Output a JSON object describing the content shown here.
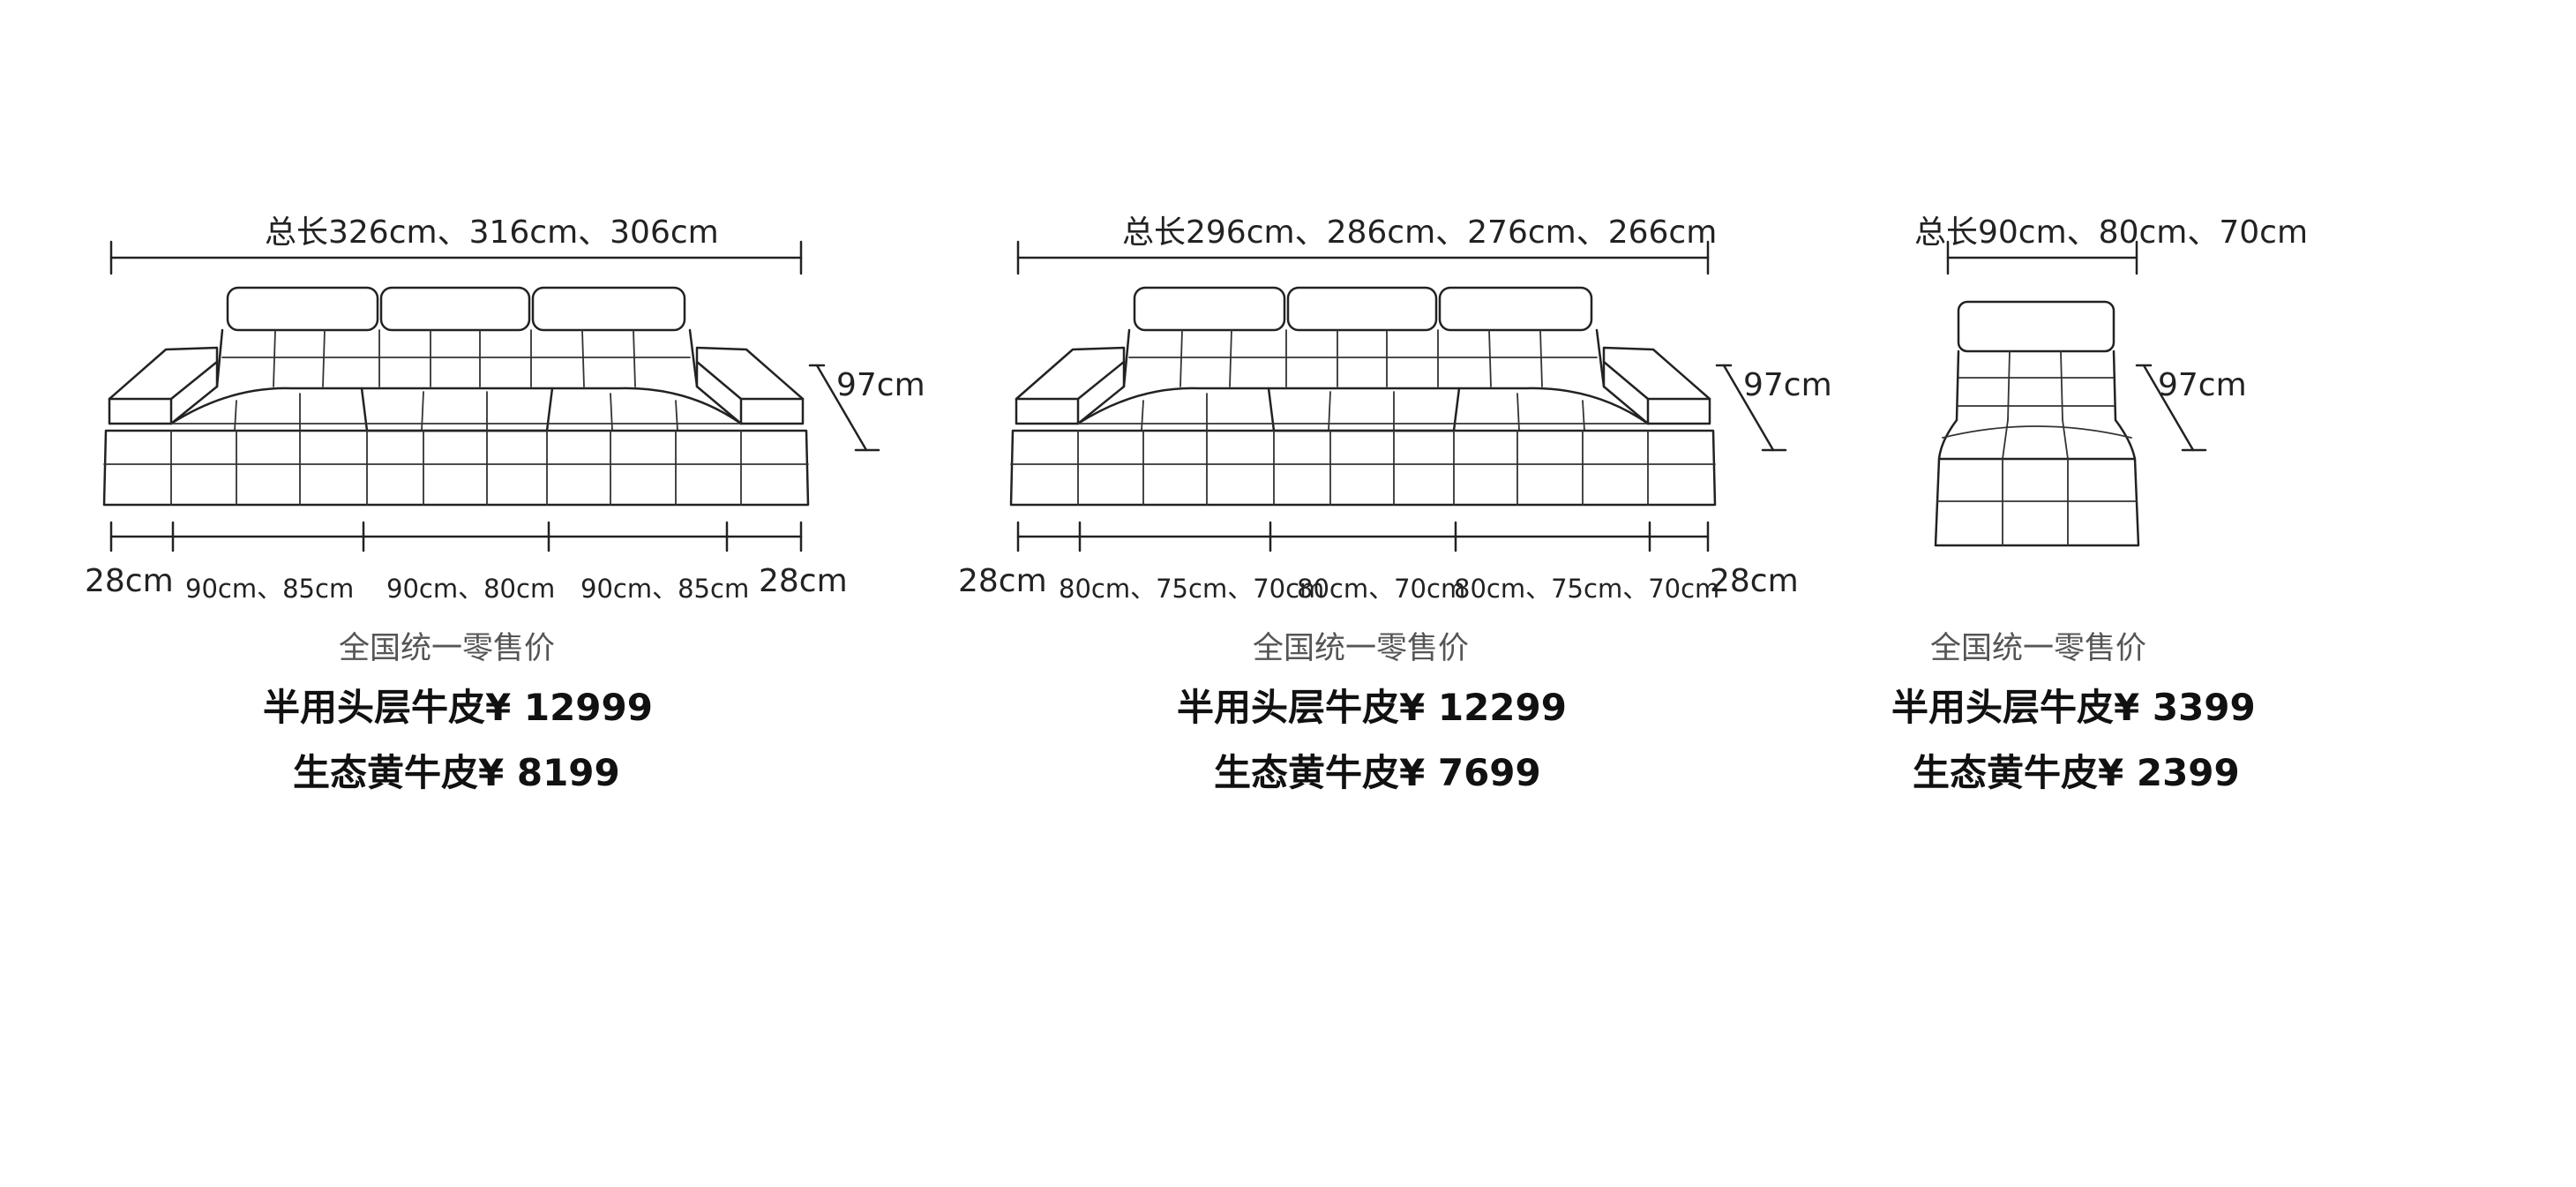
{
  "products": [
    {
      "total_length": "总长326cm、316cm、306cm",
      "height": "97cm",
      "arm_left": "28cm",
      "arm_right": "28cm",
      "seats": [
        "90cm、85cm",
        "90cm、80cm",
        "90cm、85cm"
      ],
      "price_label": "全国统一零售价",
      "price_1": "半用头层牛皮¥ 12999",
      "price_2": "生态黄牛皮¥ 8199"
    },
    {
      "total_length": "总长296cm、286cm、276cm、266cm",
      "height": "97cm",
      "arm_left": "28cm",
      "arm_right": "28cm",
      "seats": [
        "80cm、75cm、70cm",
        "80cm、70cm",
        "80cm、75cm、70cm"
      ],
      "price_label": "全国统一零售价",
      "price_1": "半用头层牛皮¥ 12299",
      "price_2": "生态黄牛皮¥ 7699"
    },
    {
      "total_length": "总长90cm、80cm、70cm",
      "height": "97cm",
      "price_label": "全国统一零售价",
      "price_1": "半用头层牛皮¥ 3399",
      "price_2": "生态黄牛皮¥ 2399"
    }
  ]
}
